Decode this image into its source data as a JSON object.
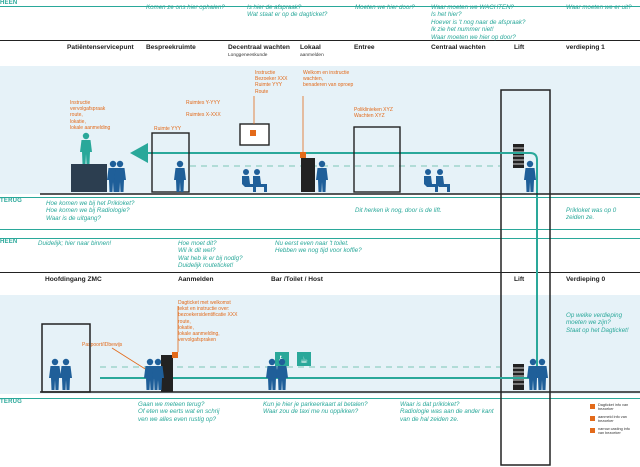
{
  "colors": {
    "teal": "#2aa89a",
    "orange": "#e36a1a",
    "band": "#e6f2f8",
    "figure": "#1f5f99",
    "ink": "#222222"
  },
  "top": {
    "heen_tag": "HEEN",
    "heen_questions": [
      "Komen ze ons hier ophalen?",
      "Is hier de afspraak?\nWat staat er op de dagticket?",
      "Moeten we hier door?",
      "Waar moeten we WACHTEN?\nIs het hier?\nHoever is 't nog naar de afspraak?\nIk zie het nummer niet!\nWaar moeten we hier op door?",
      "Waar moeten we er uit?"
    ],
    "columns": [
      {
        "label": "Patiëntenservicepunt",
        "sub": ""
      },
      {
        "label": "Bespreekruimte",
        "sub": ""
      },
      {
        "label": "Decentraal wachten",
        "sub": "Longgeneeskunde"
      },
      {
        "label": "Lokaal",
        "sub": "aanmelden"
      },
      {
        "label": "Entree",
        "sub": ""
      },
      {
        "label": "Centraal wachten",
        "sub": ""
      },
      {
        "label": "Lift",
        "sub": ""
      },
      {
        "label": "verdieping 1",
        "sub": ""
      }
    ],
    "notes": [
      "Instructie\nvervolgafspraak\nroute,\nlokatie,\nlokale aanmelding",
      "Ruimtes Y-YYY",
      "Ruimtes X-XXX",
      "Ruimte YYY",
      "Instructie\nBezoeker XXX\nRuimte YYY\nRoute",
      "Welkom en instructie\nwachten,\nbenaderen van oproep",
      "Poliklinieken XYZ\nWachten XYZ"
    ],
    "terug_tag": "TERUG",
    "terug_questions": [
      "Hoe komen we bij het Prikloket?\nHoe komen we bij Radiologie?\nWaar is de uitgang?",
      "Dit herken ik nog, door is de lift.",
      "Prikloket was op 0\nzeiden ze."
    ]
  },
  "bottom": {
    "heen_tag": "HEEN",
    "heen_questions": [
      "Duidelijk; hier naar binnen!",
      "Hoe moet dit?\nWil ik dit wel?\nWat heb ik er bij nodig?\nDuidelijk routeticket!",
      "Nu eerst even naar 't toilet.\nHebben we nog tijd voor koffie?"
    ],
    "columns": [
      {
        "label": "Hoofdingang ZMC"
      },
      {
        "label": "Aanmelden"
      },
      {
        "label": "Bar /Toilet / Host"
      },
      {
        "label": "Lift"
      },
      {
        "label": "Verdieping 0"
      }
    ],
    "notes": [
      "Paspoort/IDbewijs",
      "Dagticket met welkomst\ntekst en instructie over:\nbezoekersidentificatie XXX\nroute,\nlokatie,\nlokale aanmelding,\nvervolgafspraken"
    ],
    "side_question": "Op welke verdieping\nmoeten we zijn?\nStaat op het Dagticket!",
    "terug_tag": "TERUG",
    "terug_questions": [
      "Gaan we meteen terug?\nOf eten we eerts wat en schrij\nven we alles even rustig op?",
      "Kun je hier je parkeerkaart al betalen?\nWaar zou de taxi me nu oppikken?",
      "Waar is dat prikloket?\nRadiologie was aan de ander kant\nvan de hal zeiden ze."
    ]
  },
  "legend": [
    "Dagticket info van\nbezoeker",
    "aanmeld info van\nbezoeker",
    "narrow casting info\nvan bezoeker"
  ]
}
